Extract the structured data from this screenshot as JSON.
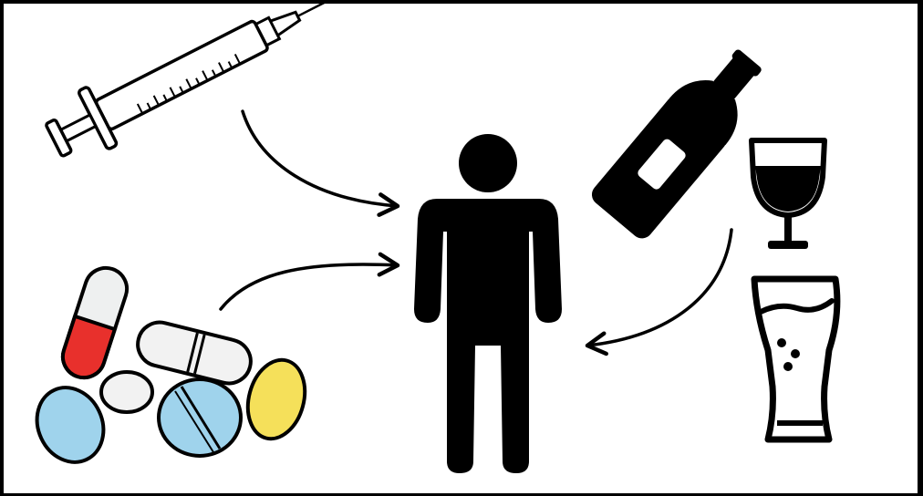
{
  "illustration": {
    "items": [
      {
        "id": "syringe",
        "icon": "syringe-icon"
      },
      {
        "id": "pills",
        "icon": "pills-icon"
      },
      {
        "id": "person",
        "icon": "person-icon"
      },
      {
        "id": "wine-bottle",
        "icon": "wine-bottle-icon"
      },
      {
        "id": "wine-glass",
        "icon": "wine-glass-icon"
      },
      {
        "id": "beer-glass",
        "icon": "beer-glass-icon"
      }
    ],
    "arrows": [
      {
        "from": "syringe",
        "to": "person"
      },
      {
        "from": "pills",
        "to": "person"
      },
      {
        "from": "wine-bottle",
        "to": "person"
      }
    ],
    "colors": {
      "background": "#ffffff",
      "ink": "#000000",
      "capsule_red": "#e8302c",
      "capsule_white": "#eef0f0",
      "pill_blue": "#9fd3ec",
      "pill_yellow": "#f5e05a",
      "pill_white": "#f2f2f2"
    }
  }
}
